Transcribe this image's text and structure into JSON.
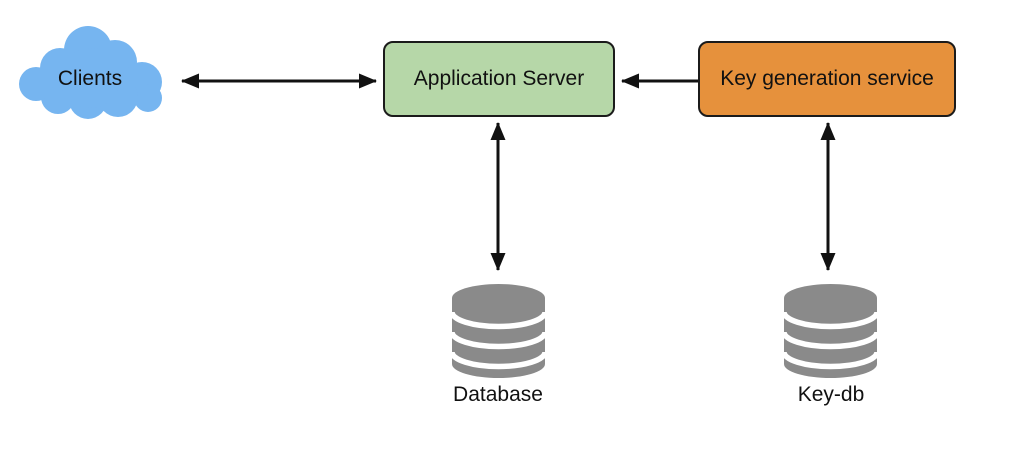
{
  "canvas": {
    "background": "#ffffff",
    "connector_color": "#111111",
    "text_color": "#111111"
  },
  "nodes": {
    "clients": {
      "label": "Clients",
      "shape": "cloud",
      "fill": "#76b5f0"
    },
    "app_server": {
      "label": "Application Server",
      "shape": "rounded-rectangle",
      "fill": "#b6d7a8",
      "border": "#1b1b1b"
    },
    "key_service": {
      "label": "Key generation service",
      "shape": "rounded-rectangle",
      "fill": "#e6913c",
      "border": "#1b1b1b"
    },
    "database": {
      "label": "Database",
      "shape": "database-cylinder",
      "fill": "#8a8a8a"
    },
    "key_db": {
      "label": "Key-db",
      "shape": "database-cylinder",
      "fill": "#8a8a8a"
    }
  },
  "edges": [
    {
      "from": "clients",
      "to": "app_server",
      "arrows": "both",
      "orientation": "horizontal",
      "color": "#111111"
    },
    {
      "from": "key_service",
      "to": "app_server",
      "arrows": "end",
      "orientation": "horizontal",
      "color": "#111111"
    },
    {
      "from": "app_server",
      "to": "database",
      "arrows": "both",
      "orientation": "vertical",
      "color": "#111111"
    },
    {
      "from": "key_service",
      "to": "key_db",
      "arrows": "both",
      "orientation": "vertical",
      "color": "#111111"
    }
  ]
}
